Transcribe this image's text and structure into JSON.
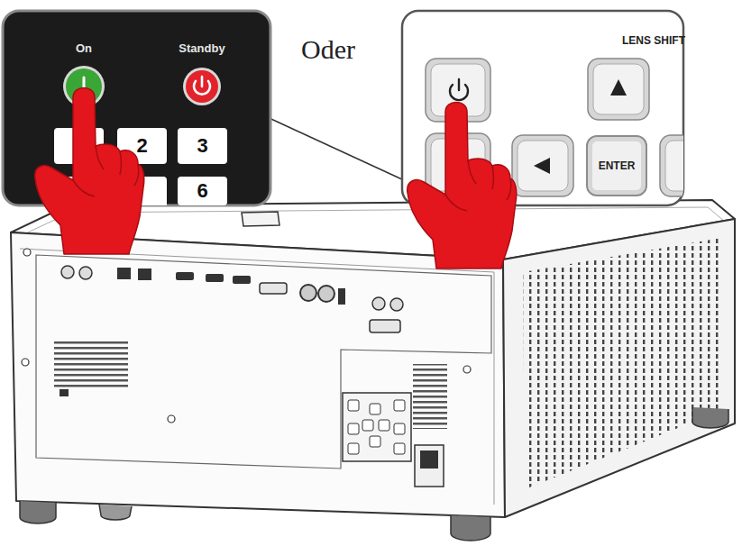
{
  "diagram": {
    "nodes": [
      {
        "text": [
          "On"
        ]
      },
      {
        "text": [
          "Standby"
        ]
      },
      {
        "text": [
          "2"
        ]
      },
      {
        "text": [
          "3"
        ]
      },
      {
        "text": [
          "6"
        ]
      },
      {
        "text": [
          "ENTER"
        ]
      }
    ],
    "labels": [
      "Oder",
      "LENS SHIFT"
    ]
  }
}
